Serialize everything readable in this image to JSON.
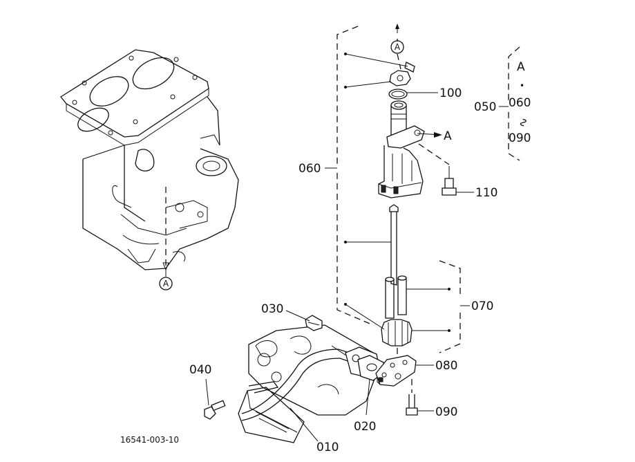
{
  "labels": {
    "p010": "010",
    "p020": "020",
    "p030": "030",
    "p040": "040",
    "p050": "050",
    "p060": "060",
    "p070": "070",
    "p080": "080",
    "p090": "090",
    "p100": "100",
    "p110": "110",
    "bracket_a": "A",
    "bracket_060": "060",
    "bracket_tilde": "∿",
    "bracket_090": "090",
    "bracket_dot": "•",
    "callout_a_top": "A",
    "callout_a_left": "A",
    "callout_a_pointer": "A",
    "drawing_number": "16541-003-10"
  }
}
